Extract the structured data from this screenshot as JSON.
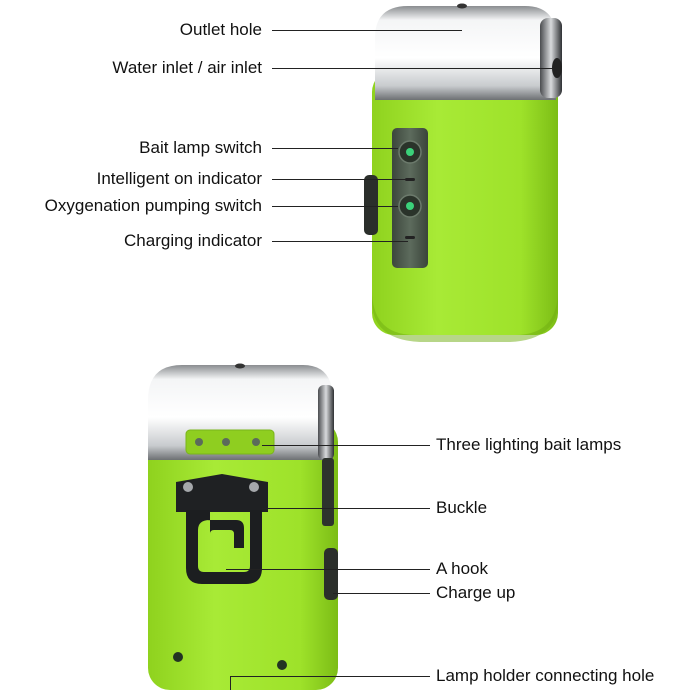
{
  "colors": {
    "body_green": "#9ee22a",
    "body_green_dark": "#7fc21a",
    "chrome": "#dadde0",
    "panel": "#4a5a4a",
    "indicator_green": "#3bd17a",
    "text": "#111111",
    "leader_line": "#222222"
  },
  "top_device": {
    "labels": {
      "outlet_hole": "Outlet hole",
      "water_inlet": "Water inlet / air inlet",
      "bait_lamp_switch": "Bait lamp switch",
      "intelligent_indicator": "Intelligent on indicator",
      "oxygenation_switch": "Oxygenation pumping switch",
      "charging_indicator": "Charging indicator"
    }
  },
  "bottom_device": {
    "labels": {
      "bait_lamps": "Three lighting bait lamps",
      "buckle": "Buckle",
      "hook": "A hook",
      "charge_up": "Charge up",
      "lamp_holder_hole": "Lamp holder connecting hole"
    }
  }
}
